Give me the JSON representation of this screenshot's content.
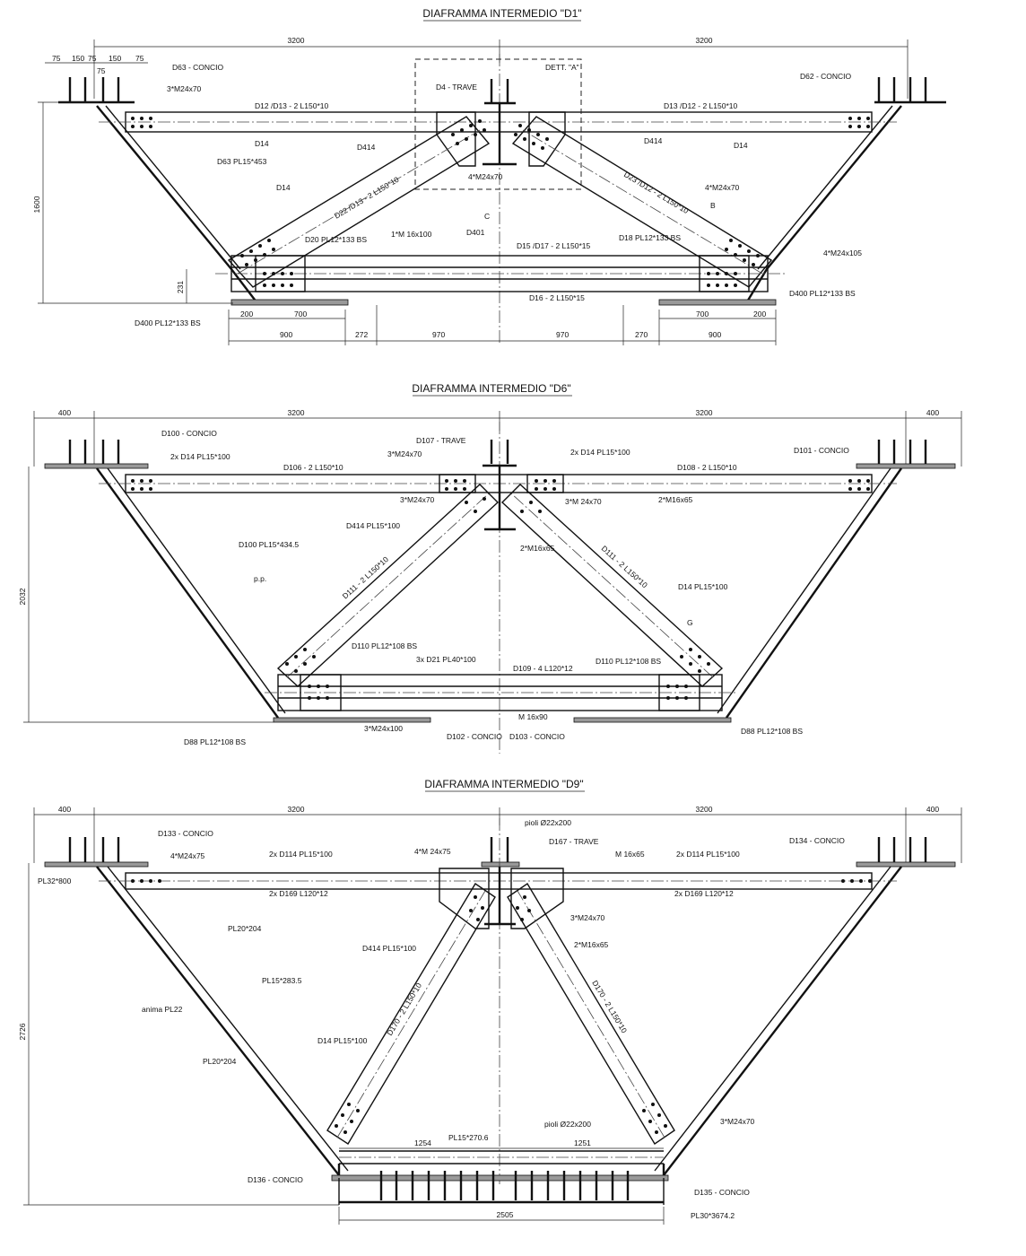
{
  "d1": {
    "title": "DIAFRAMMA INTERMEDIO \"D1\"",
    "dim_left": "3200",
    "dim_right": "3200",
    "top_dims": [
      "75",
      "150",
      "75",
      "150",
      "75",
      "75"
    ],
    "height": "1600",
    "dim_231": "231",
    "bottom_dims": [
      "200",
      "700",
      "900",
      "272",
      "970",
      "970",
      "270",
      "700",
      "200",
      "900"
    ],
    "labels": {
      "concio_left": "D63 - CONCIO",
      "concio_right": "D62 - CONCIO",
      "dett": "DETT. \"A\"",
      "trave": "D4 - TRAVE",
      "bolts_3m24": "3*M24x70",
      "d12": "D12 /D13 - 2 L150*10",
      "d13": "D13 /D12 - 2 L150*10",
      "d14_a": "D14",
      "d14_b": "D14",
      "d14_c": "D14",
      "d414_a": "D414",
      "d414_b": "D414",
      "pl15": "D63 PL15*453",
      "bolts_4m24": "4*M24x70",
      "bolts_4m24b": "4*M24x70",
      "d22": "D22 /D13 - 2 L150*10",
      "d23": "D23 /D12 - 2 L150*10",
      "d20": "D20 PL12*133 BS",
      "d18": "D18 PL12*133 BS",
      "m16": "1*M 16x100",
      "d401": "D401",
      "d15": "D15 /D17 - 2 L150*15",
      "d16": "D16 - 2 L150*15",
      "m24x105": "4*M24x105",
      "d400_right": "D400 PL12*133 BS",
      "d400_left": "D400 PL12*133 BS",
      "sec_c": "C",
      "sec_b": "B"
    }
  },
  "d6": {
    "title": "DIAFRAMMA INTERMEDIO \"D6\"",
    "dim_left": "3200",
    "dim_right": "3200",
    "dim_400_l": "400",
    "dim_400_r": "400",
    "height": "2032",
    "labels": {
      "concio_left": "D100 - CONCIO",
      "concio_right": "D101 - CONCIO",
      "trave": "D107 - TRAVE",
      "d14_left": "2x D14 PL15*100",
      "d14_right": "2x D14 PL15*100",
      "d106": "D106 - 2 L150*10",
      "d108": "D108 - 2 L150*10",
      "bolts_3m24_a": "3*M24x70",
      "bolts_3m24_b": "3*M24x70",
      "bolts_3m24_c": "3*M 24x70",
      "m16x65_a": "2*M16x65",
      "m16x65_b": "2*M16x65",
      "d414": "D414 PL15*100",
      "d100": "D100 PL15*434.5",
      "pp": "p.p.",
      "d111_left": "D111 - 2 L150*10",
      "d111_right": "D111 - 2 L150*10",
      "d14_pl": "D14 PL15*100",
      "sec_g": "G",
      "d110_left": "D110 PL12*108 BS",
      "d110_right": "D110 PL12*108 BS",
      "d21": "3x D21 PL40*100",
      "d109": "D109 - 4 L120*12",
      "m16x90": "M 16x90",
      "m24x100": "3*M24x100",
      "d102": "D102 - CONCIO",
      "d103": "D103 - CONCIO",
      "d88_left": "D88 PL12*108 BS",
      "d88_right": "D88 PL12*108 BS"
    }
  },
  "d9": {
    "title": "DIAFRAMMA INTERMEDIO \"D9\"",
    "dim_left": "3200",
    "dim_right": "3200",
    "dim_400_l": "400",
    "dim_400_r": "400",
    "height": "2726",
    "dim_1254": "1254",
    "dim_1251": "1251",
    "dim_2505": "2505",
    "labels": {
      "pioli_top": "pioli Ø22x200",
      "trave": "D167 - TRAVE",
      "concio_left": "D133 - CONCIO",
      "concio_right": "D134 - CONCIO",
      "pl32": "PL32*800",
      "bolts_4m24_a": "4*M24x75",
      "bolts_4m24_b": "4*M 24x75",
      "d114_left": "2x D114 PL15*100",
      "d114_right": "2x D114 PL15*100",
      "m16x65": "M 16x65",
      "d169_left": "2x D169 L120*12",
      "d169_right": "2x D169 L120*12",
      "pl20_a": "PL20*204",
      "pl20_b": "PL20*204",
      "bolts_3m24_a": "3*M24x70",
      "bolts_3m24_b": "3*M24x70",
      "m16x65_b": "2*M16x65",
      "d414": "D414 PL15*100",
      "pl15": "PL15*283.5",
      "anima": "anima PL22",
      "d170_left": "D170 - 2 L150*10",
      "d170_right": "D170 - 2 L150*10",
      "d14": "D14 PL15*100",
      "pl15b": "PL15*270.6",
      "pioli_bottom": "pioli Ø22x200",
      "d136": "D136 - CONCIO",
      "d135": "D135 - CONCIO",
      "pl30": "PL30*3674.2"
    }
  }
}
